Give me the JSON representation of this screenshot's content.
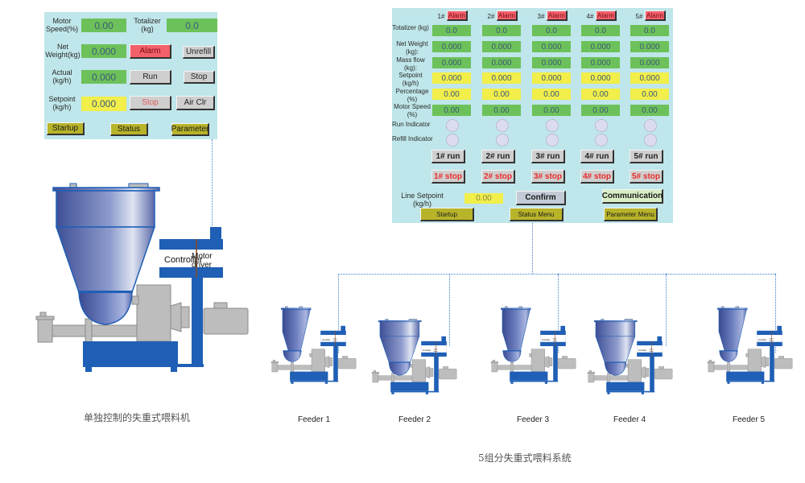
{
  "single_panel": {
    "motor_speed_label": "Motor Speed(%)",
    "motor_speed_value": "0.00",
    "totalizer_label": "Totalizer (kg)",
    "totalizer_value": "0.0",
    "net_weight_label": "Net Weight(kg)",
    "net_weight_value": "0.000",
    "actual_label": "Actual (kg/h)",
    "actual_value": "0.000",
    "setpoint_label": "Setpoint (kg/h)",
    "setpoint_value": "0.000",
    "alarm_button": "Alarm",
    "unrefill_button": "Unrefill",
    "run_button": "Run",
    "stop_button": "Stop",
    "stop_red_button": "Stop",
    "air_clr_button": "Air Clr",
    "startup_button": "Startup",
    "status_button": "Status",
    "parameter_button": "Parameter"
  },
  "multi_panel": {
    "row_labels": {
      "totalizer": "Totalizer (kg)",
      "net_weight": "Net Weight (kg):",
      "mass_flow": "Mass flow (kg):",
      "setpoint": "Setpoint (kg/h)",
      "percentage": "Percentage (%)",
      "motor_speed": "Motor Speed (%)",
      "run_indicator": "Run Indicator",
      "refill_indicator": "Refill  Indicator"
    },
    "feeders": [
      {
        "id": "1#",
        "alarm": "Alarm",
        "totalizer": "0.0",
        "net_weight": "0.000",
        "mass_flow": "0.000",
        "setpoint": "0.000",
        "percentage": "0.00",
        "motor_speed": "0.00",
        "run": "1# run",
        "stop": "1# stop"
      },
      {
        "id": "2#",
        "alarm": "Alarm",
        "totalizer": "0.0",
        "net_weight": "0.000",
        "mass_flow": "0.000",
        "setpoint": "0.000",
        "percentage": "0.00",
        "motor_speed": "0.00",
        "run": "2# run",
        "stop": "2# stop"
      },
      {
        "id": "3#",
        "alarm": "Alarm",
        "totalizer": "0.0",
        "net_weight": "0.000",
        "mass_flow": "0.000",
        "setpoint": "0.000",
        "percentage": "0.00",
        "motor_speed": "0.00",
        "run": "3# run",
        "stop": "3# stop"
      },
      {
        "id": "4#",
        "alarm": "Alarm",
        "totalizer": "0.0",
        "net_weight": "0.000",
        "mass_flow": "0.000",
        "setpoint": "0.000",
        "percentage": "0.00",
        "motor_speed": "0.00",
        "run": "4# run",
        "stop": "4# stop"
      },
      {
        "id": "5#",
        "alarm": "Alarm",
        "totalizer": "0.0",
        "net_weight": "0.000",
        "mass_flow": "0.000",
        "setpoint": "0.000",
        "percentage": "0.00",
        "motor_speed": "0.00",
        "run": "5# run",
        "stop": "5# stop"
      }
    ],
    "line_setpoint_label": "Line Setpoint (kg/h)",
    "line_setpoint_value": "0.00",
    "confirm_button": "Confirm",
    "communication_button": "Communication",
    "startup_button": "Startup",
    "status_menu_button": "Status Menu",
    "parameter_menu_button": "Parameter Menu"
  },
  "machine": {
    "controller_label": "Controller",
    "motor_driver_label": "Motor driver"
  },
  "feeder_labels": [
    "Feeder 1",
    "Feeder 2",
    "Feeder 3",
    "Feeder 4",
    "Feeder 5"
  ],
  "captions": {
    "single": "单独控制的失重式喂料机",
    "multi": "5组分失重式喂料系统"
  },
  "colors": {
    "hmi_bg": "#bfe6ea",
    "field_green": "#6dc15a",
    "field_yellow": "#f2ee4a",
    "alarm_red": "#f2606a",
    "olive_button": "#b8b42a",
    "machine_blue": "#1f5fb5",
    "connector": "#3d7fd0"
  }
}
